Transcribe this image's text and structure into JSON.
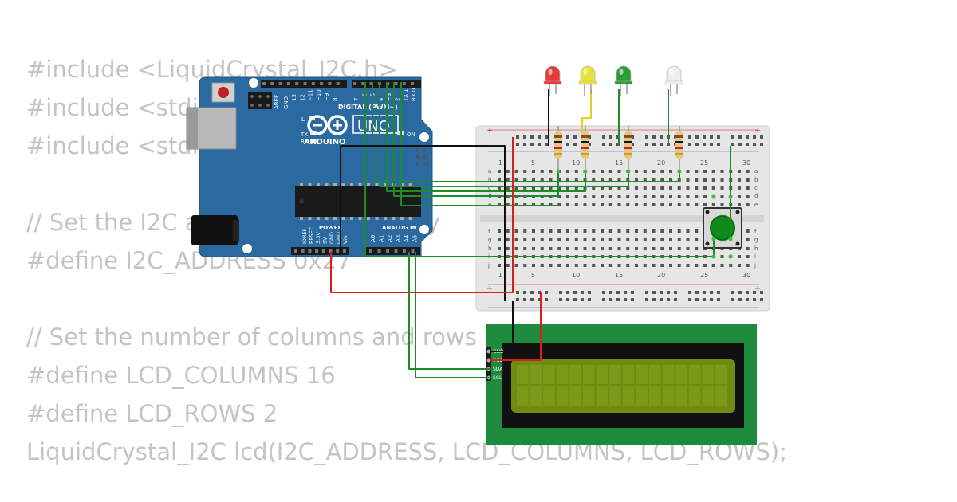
{
  "code": {
    "lines": [
      "#include <LiquidCrystal_I2C.h>",
      "#include <stdio.h>",
      "#include <stdlib.h>",
      "",
      "// Set the I2C address of the display",
      "#define I2C_ADDRESS 0x27",
      "",
      "// Set the number of columns and rows",
      "#define LCD_COLUMNS 16",
      "#define LCD_ROWS 2",
      "LiquidCrystal_I2C lcd(I2C_ADDRESS, LCD_COLUMNS, LCD_ROWS);"
    ]
  },
  "arduino": {
    "brand": "ARDUINO",
    "model": "UNO",
    "digital_label": "DIGITAL (PWM~)",
    "analog_label": "ANALOG IN",
    "power_label": "POWER",
    "on_label": "ON",
    "tx_label": "TX",
    "rx_label": "RX",
    "l_label": "L",
    "aref_label": "AREF",
    "gnd_label": "GND",
    "digital_pins": [
      "13",
      "12",
      "~11",
      "~10",
      "~9",
      "8",
      "7",
      "~6",
      "~5",
      "4",
      "~3",
      "2",
      "TX 1",
      "RX 0"
    ],
    "power_pins": [
      "IOREF",
      "RESET",
      "3.3V",
      "5V",
      "GND",
      "GND",
      "Vin"
    ],
    "analog_pins": [
      "A0",
      "A1",
      "A2",
      "A3",
      "A4",
      "A5"
    ]
  },
  "breadboard": {
    "column_numbers": [
      "1",
      "5",
      "10",
      "15",
      "20",
      "25",
      "30"
    ],
    "row_letters_top": [
      "a",
      "b",
      "c",
      "d",
      "e"
    ],
    "row_letters_bottom": [
      "f",
      "g",
      "h",
      "i",
      "j"
    ],
    "plus": "+",
    "minus": "-"
  },
  "leds": [
    {
      "color_name": "red",
      "color": "#e53a3a"
    },
    {
      "color_name": "yellow",
      "color": "#e8e23a"
    },
    {
      "color_name": "green",
      "color": "#2f9a3a"
    },
    {
      "color_name": "white",
      "color": "#eeeeee"
    }
  ],
  "lcd": {
    "pins": [
      "GND",
      "VCC",
      "SDA",
      "SCL"
    ],
    "board_color": "#1e8a3c",
    "screen_color": "#6e8c12"
  },
  "colors": {
    "arduino_blue": "#2a6aa0",
    "wire_green": "#1f8a2a",
    "wire_red": "#d62020",
    "wire_black": "#111111",
    "wire_yellow": "#e0d020",
    "button_green": "#0c8a1a"
  }
}
